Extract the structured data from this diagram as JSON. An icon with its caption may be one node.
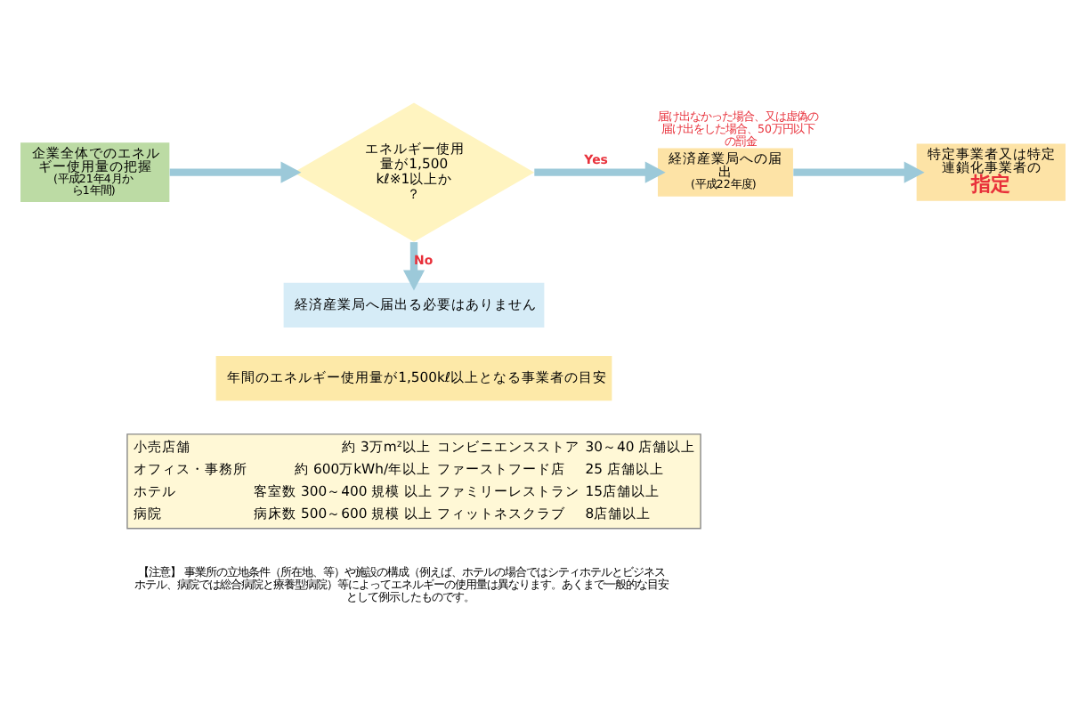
{
  "diagram": {
    "nodes": [
      {
        "text": [
          "企業全体でのエネルギー使用量の把握",
          "(平成21年4月から1年間)"
        ]
      },
      {
        "text": [
          "エネルギー使用量が1,500kℓ※1以上か？"
        ]
      },
      {
        "text": [
          "経済産業局への届出",
          "(平成22年度)"
        ],
        "beside": [
          "届け出なかった場合、又は虚偽の届け出をした場合、50万円以下の罰金"
        ]
      },
      {
        "text": [
          "特定事業者又は特定連鎖化事業者の",
          "指定"
        ]
      },
      {
        "text": [
          "経済産業局へ届出る必要はありません"
        ]
      },
      {
        "text": [
          "年間のエネルギー使用量が1,500kℓ以上となる事業者の目安"
        ]
      }
    ],
    "edges": [
      {
        "from": 0,
        "to": 1,
        "arrow": "to"
      },
      {
        "from": 1,
        "to": 2,
        "arrow": "to",
        "label": "Yes"
      },
      {
        "from": 2,
        "to": 3,
        "arrow": "to"
      },
      {
        "from": 1,
        "to": 4,
        "arrow": "to",
        "label": "No"
      }
    ],
    "labels": [
      "小売店舗",
      "約 3万m²以上",
      "コンビニエンスストア",
      "30～40 店舗以上",
      "オフィス・事務所",
      "約 600万kWh/年以上",
      "ファーストフード店",
      "25 店舗以上",
      "ホテル",
      "客室数 300～400 規模 以上",
      "ファミリーレストラン",
      "15店舗以上",
      "病院",
      "病床数 500～600 規模 以上",
      "フィットネスクラブ",
      "8店舗以上",
      "【注意】 事業所の立地条件（所在地、等）や施設の構成（例えば、ホテルの場合ではシティホテルとビジネスホテル、病院では総合病院と療養型病院）等によってエネルギーの使用量は異なります。あくまで一般的な目安として例示したものです。"
    ]
  }
}
